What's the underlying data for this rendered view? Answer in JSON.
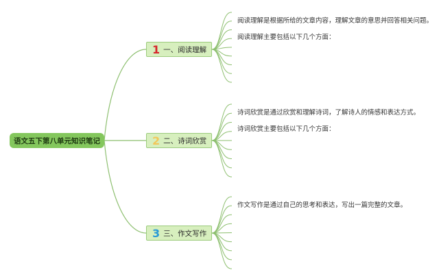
{
  "root": {
    "title": "语文五下第八单元知识笔记"
  },
  "branches": [
    {
      "number": "1",
      "label": "一、阅读理解",
      "notes": [
        "阅读理解是根据所给的文章内容，理解文章的意思并回答相关问题。",
        "阅读理解主要包括以下几个方面："
      ]
    },
    {
      "number": "2",
      "label": "二、诗词欣赏",
      "notes": [
        "诗词欣赏是通过欣赏和理解诗词，了解诗人的情感和表达方式。",
        "诗词欣赏主要包括以下几个方面："
      ]
    },
    {
      "number": "3",
      "label": "三、作文写作",
      "notes": [
        "作文写作是通过自己的思考和表达，写出一篇完整的文章。"
      ]
    }
  ],
  "colors": {
    "root_fill": "#84c75d",
    "branch_fill": "#d7efbe",
    "connector": "#8dbf6f",
    "num_1": "#d6262b",
    "num_2": "#f2c75a",
    "num_3": "#2a9ad6"
  }
}
